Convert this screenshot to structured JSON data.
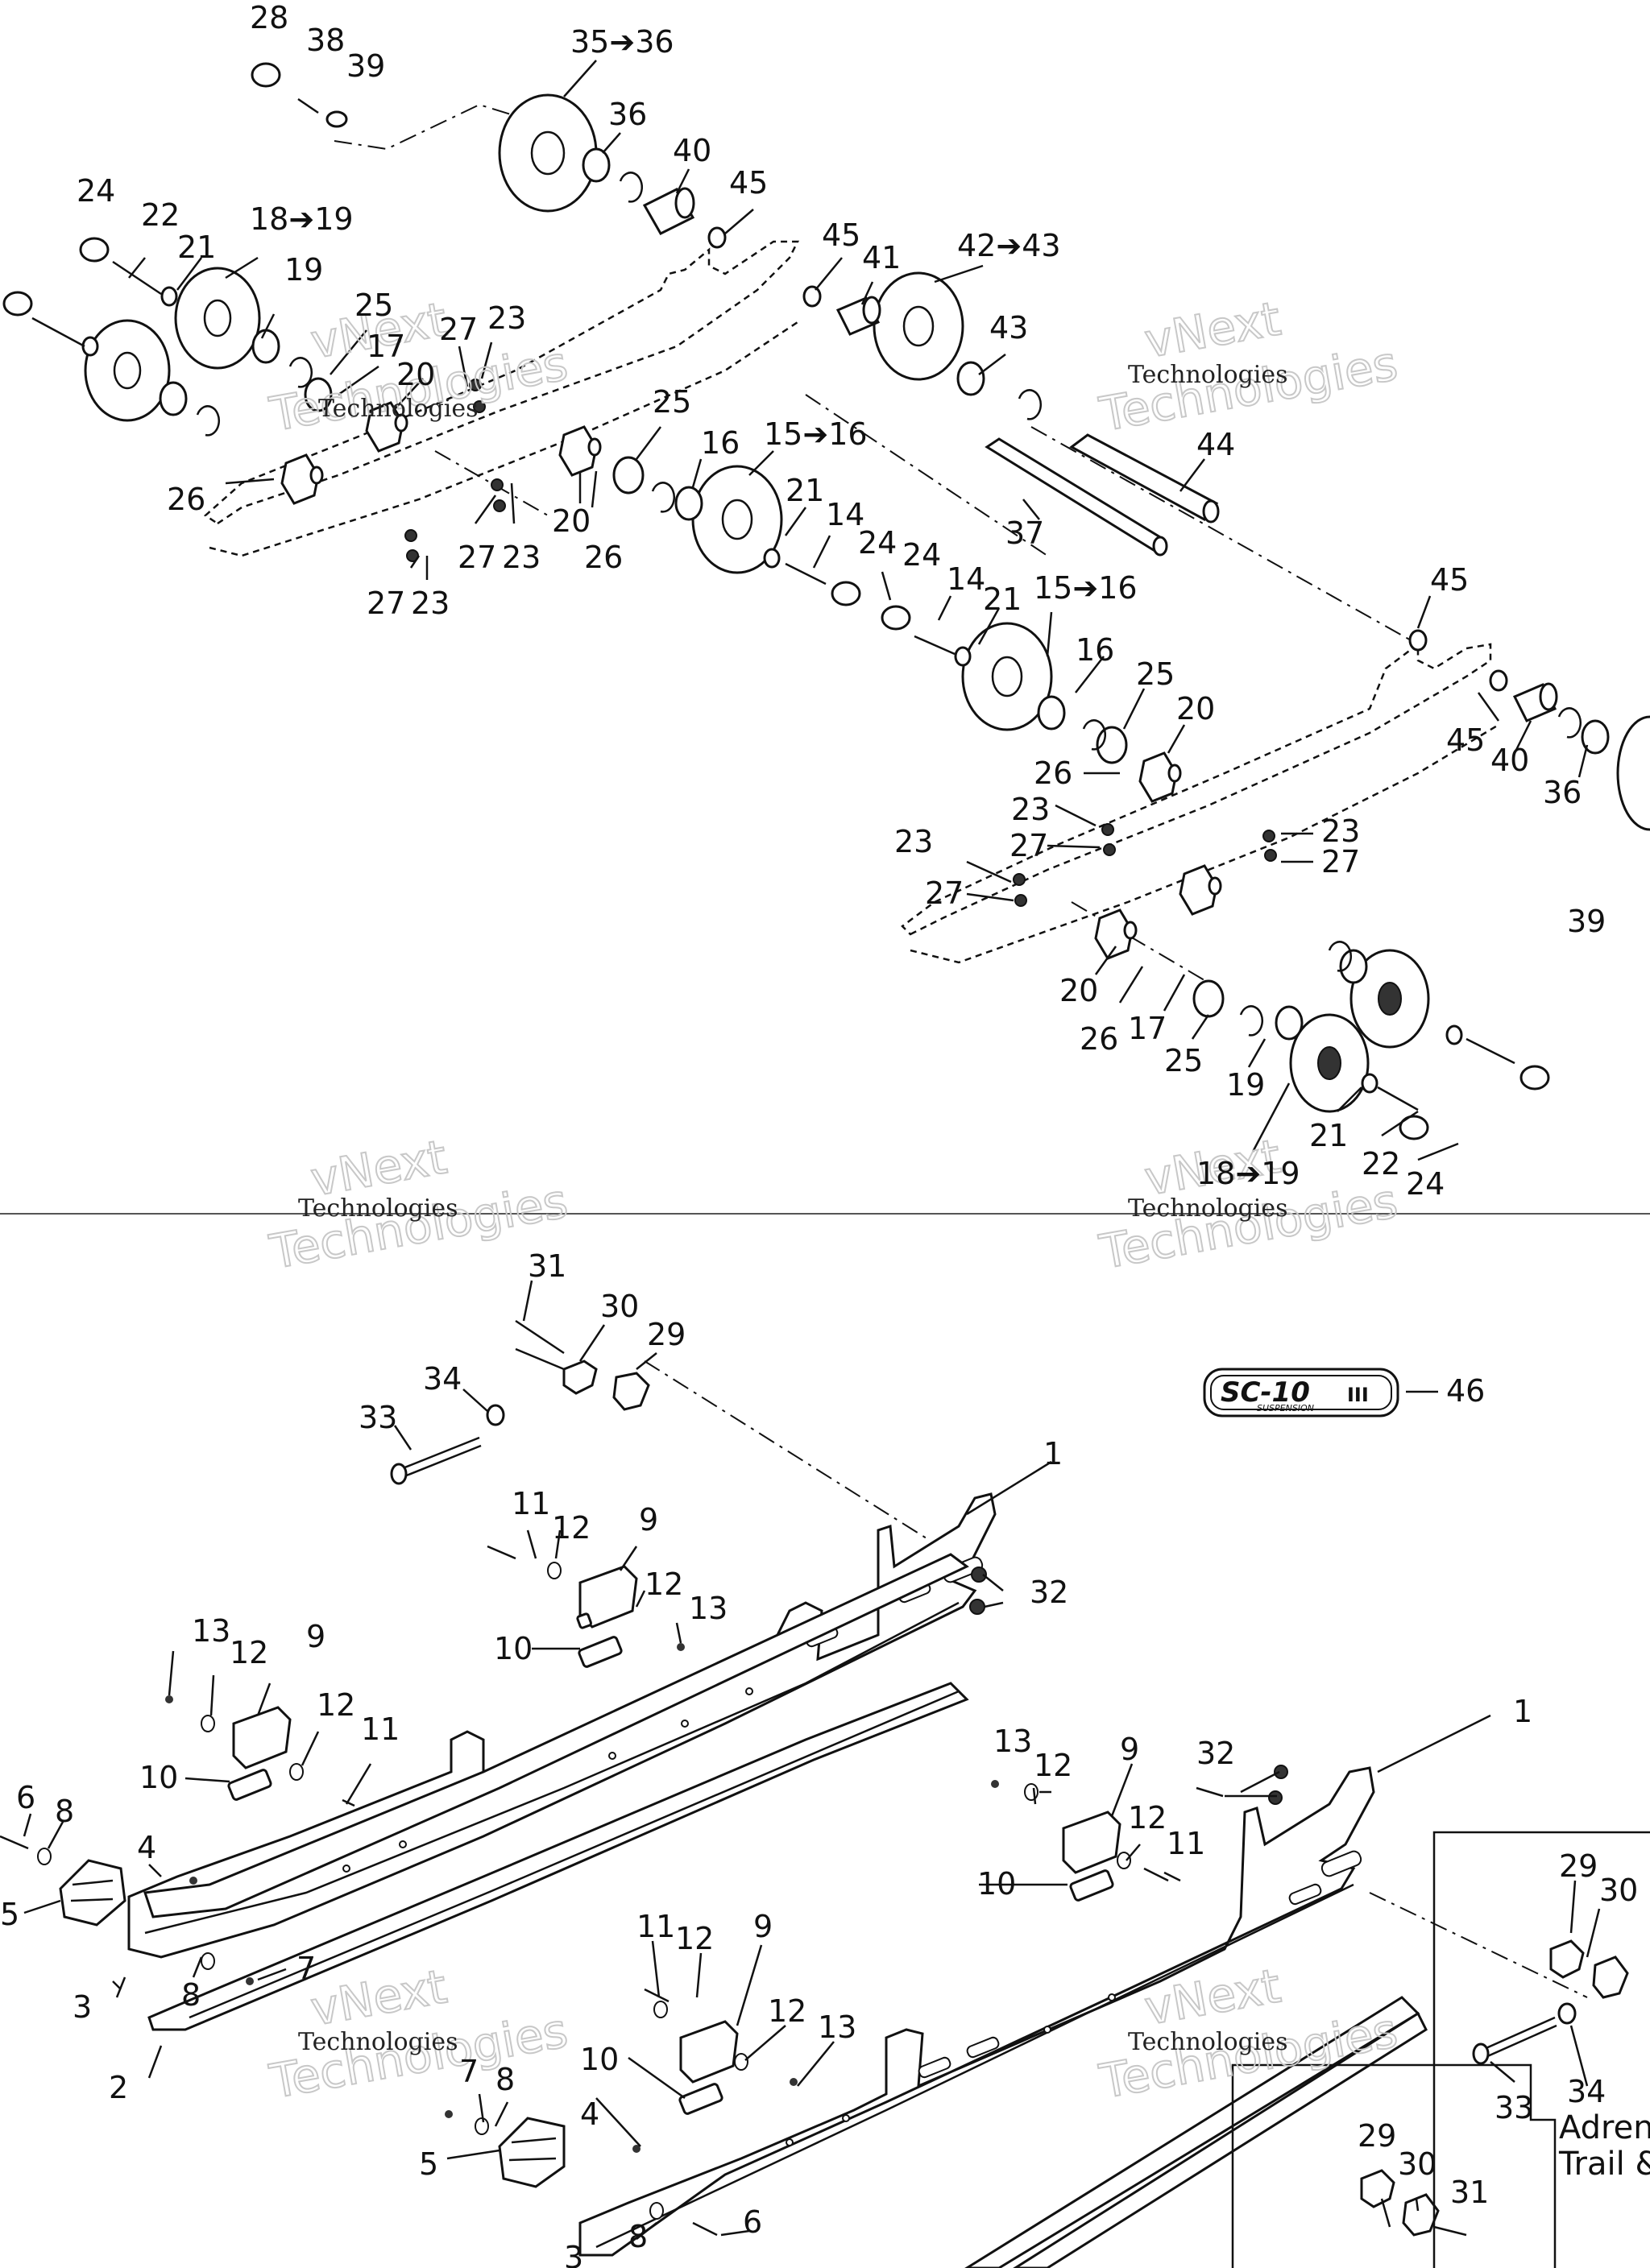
{
  "callouts": [
    {
      "id": "c1",
      "text": "28"
    },
    {
      "id": "c2",
      "text": "38"
    },
    {
      "id": "c3",
      "text": "39"
    },
    {
      "id": "c4",
      "text": "35➔36"
    },
    {
      "id": "c5",
      "text": "36"
    },
    {
      "id": "c6",
      "text": "40"
    },
    {
      "id": "c7",
      "text": "45"
    },
    {
      "id": "c8",
      "text": "45"
    },
    {
      "id": "c9",
      "text": "41"
    },
    {
      "id": "c10",
      "text": "42➔43"
    },
    {
      "id": "c11",
      "text": "43"
    },
    {
      "id": "c12",
      "text": "44"
    },
    {
      "id": "c13",
      "text": "37"
    },
    {
      "id": "c14",
      "text": "24"
    },
    {
      "id": "c15",
      "text": "22"
    },
    {
      "id": "c16",
      "text": "21"
    },
    {
      "id": "c17",
      "text": "18➔19"
    },
    {
      "id": "c18",
      "text": "19"
    },
    {
      "id": "c19",
      "text": "25"
    },
    {
      "id": "c20",
      "text": "17"
    },
    {
      "id": "c21",
      "text": "20"
    },
    {
      "id": "c22",
      "text": "27"
    },
    {
      "id": "c23",
      "text": "23"
    },
    {
      "id": "c24",
      "text": "26"
    },
    {
      "id": "c25",
      "text": "27"
    },
    {
      "id": "c26",
      "text": "23"
    },
    {
      "id": "c27",
      "text": "27"
    },
    {
      "id": "c28",
      "text": "23"
    },
    {
      "id": "c29",
      "text": "20"
    },
    {
      "id": "c30",
      "text": "26"
    },
    {
      "id": "c31",
      "text": "25"
    },
    {
      "id": "c32",
      "text": "16"
    },
    {
      "id": "c33",
      "text": "15➔16"
    },
    {
      "id": "c34",
      "text": "21"
    },
    {
      "id": "c35",
      "text": "14"
    },
    {
      "id": "c36",
      "text": "24"
    },
    {
      "id": "c37",
      "text": "24"
    },
    {
      "id": "c38",
      "text": "14"
    },
    {
      "id": "c39",
      "text": "21"
    },
    {
      "id": "c40",
      "text": "15➔16"
    },
    {
      "id": "c41",
      "text": "16"
    },
    {
      "id": "c42",
      "text": "25"
    },
    {
      "id": "c43",
      "text": "20"
    },
    {
      "id": "c44",
      "text": "26"
    },
    {
      "id": "c45",
      "text": "45"
    },
    {
      "id": "c46",
      "text": "45"
    },
    {
      "id": "c47",
      "text": "40"
    },
    {
      "id": "c48",
      "text": "36"
    },
    {
      "id": "c49",
      "text": "23"
    },
    {
      "id": "c50",
      "text": "27"
    },
    {
      "id": "c51",
      "text": "23"
    },
    {
      "id": "c52",
      "text": "27"
    },
    {
      "id": "c53",
      "text": "23"
    },
    {
      "id": "c54",
      "text": "27"
    },
    {
      "id": "c55",
      "text": "39"
    },
    {
      "id": "c56",
      "text": "20"
    },
    {
      "id": "c57",
      "text": "26"
    },
    {
      "id": "c58",
      "text": "17"
    },
    {
      "id": "c59",
      "text": "25"
    },
    {
      "id": "c60",
      "text": "19"
    },
    {
      "id": "c61",
      "text": "21"
    },
    {
      "id": "c62",
      "text": "22"
    },
    {
      "id": "c63",
      "text": "18➔19"
    },
    {
      "id": "c64",
      "text": "24"
    },
    {
      "id": "c65",
      "text": "31"
    },
    {
      "id": "c66",
      "text": "30"
    },
    {
      "id": "c67",
      "text": "29"
    },
    {
      "id": "c68",
      "text": "34"
    },
    {
      "id": "c69",
      "text": "33"
    },
    {
      "id": "c70",
      "text": "46"
    },
    {
      "id": "c71",
      "text": "1"
    },
    {
      "id": "c72",
      "text": "11"
    },
    {
      "id": "c73",
      "text": "12"
    },
    {
      "id": "c74",
      "text": "9"
    },
    {
      "id": "c75",
      "text": "12"
    },
    {
      "id": "c76",
      "text": "13"
    },
    {
      "id": "c77",
      "text": "32"
    },
    {
      "id": "c78",
      "text": "10"
    },
    {
      "id": "c79",
      "text": "13"
    },
    {
      "id": "c80",
      "text": "12"
    },
    {
      "id": "c81",
      "text": "9"
    },
    {
      "id": "c82",
      "text": "12"
    },
    {
      "id": "c83",
      "text": "11"
    },
    {
      "id": "c84",
      "text": "10"
    },
    {
      "id": "c85",
      "text": "6"
    },
    {
      "id": "c86",
      "text": "8"
    },
    {
      "id": "c87",
      "text": "4"
    },
    {
      "id": "c88",
      "text": "5"
    },
    {
      "id": "c89",
      "text": "7"
    },
    {
      "id": "c90",
      "text": "8"
    },
    {
      "id": "c91",
      "text": "3"
    },
    {
      "id": "c92",
      "text": "2"
    },
    {
      "id": "c93",
      "text": "13"
    },
    {
      "id": "c94",
      "text": "12"
    },
    {
      "id": "c95",
      "text": "9"
    },
    {
      "id": "c96",
      "text": "32"
    },
    {
      "id": "c97",
      "text": "1"
    },
    {
      "id": "c98",
      "text": "12"
    },
    {
      "id": "c99",
      "text": "11"
    },
    {
      "id": "c100",
      "text": "10"
    },
    {
      "id": "c101",
      "text": "29"
    },
    {
      "id": "c102",
      "text": "30"
    },
    {
      "id": "c103",
      "text": "11"
    },
    {
      "id": "c104",
      "text": "12"
    },
    {
      "id": "c105",
      "text": "9"
    },
    {
      "id": "c106",
      "text": "12"
    },
    {
      "id": "c107",
      "text": "13"
    },
    {
      "id": "c108",
      "text": "10"
    },
    {
      "id": "c109",
      "text": "34"
    },
    {
      "id": "c110",
      "text": "33"
    },
    {
      "id": "c111",
      "text": "7"
    },
    {
      "id": "c112",
      "text": "8"
    },
    {
      "id": "c113",
      "text": "4"
    },
    {
      "id": "c114",
      "text": "5"
    },
    {
      "id": "c115",
      "text": "29"
    },
    {
      "id": "c116",
      "text": "30"
    },
    {
      "id": "c117",
      "text": "31"
    },
    {
      "id": "c118",
      "text": "6"
    },
    {
      "id": "c119",
      "text": "8"
    },
    {
      "id": "c120",
      "text": "3"
    }
  ],
  "watermark": {
    "line1": "vNext",
    "line2": "Technologies",
    "brand": "Technologies"
  },
  "badge": {
    "text": "SC-10",
    "suffix": "III",
    "sub": "SUSPENSION"
  },
  "edition_box": {
    "line1": "Adren",
    "line2": "Trail &"
  }
}
